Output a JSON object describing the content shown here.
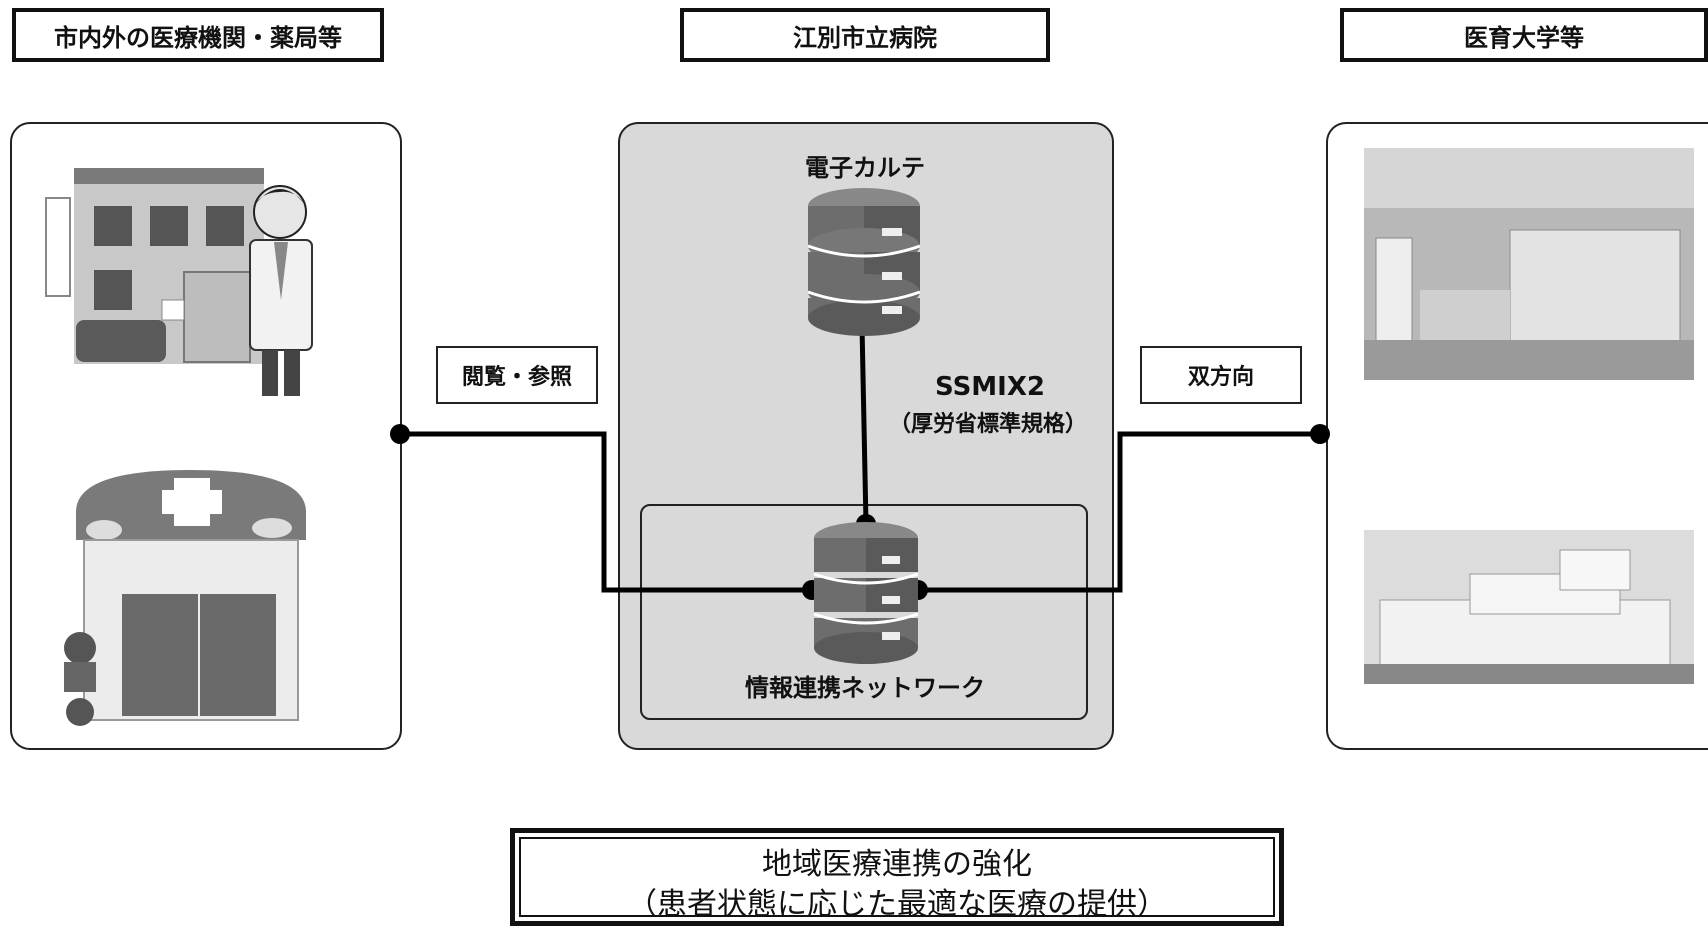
{
  "headers": {
    "left": "市内外の医療機関・薬局等",
    "center": "江別市立病院",
    "right": "医育大学等"
  },
  "center_panel": {
    "ehr_label": "電子カルテ",
    "standard_line1": "SSMIX2",
    "standard_line2": "（厚労省標準規格）",
    "network_label": "情報連携ネットワーク"
  },
  "connectors": {
    "left_label": "閲覧・参照",
    "right_label": "双方向"
  },
  "footer": {
    "line1": "地域医療連携の強化",
    "line2": "（患者状態に応じた最適な医療の提供）"
  },
  "icons": [
    "clinic-doctor-illustration",
    "pharmacy-illustration",
    "database-icon",
    "university-hospital-photo"
  ]
}
